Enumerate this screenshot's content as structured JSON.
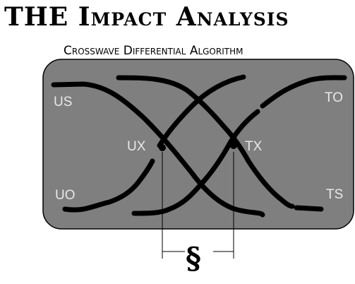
{
  "title": "THE Impact Analysis",
  "subtitle": "Crosswave Differential Algorithm",
  "labels": {
    "us": "US",
    "uo": "UO",
    "to": "TO",
    "ts": "TS",
    "ux": "UX",
    "tx": "TX"
  },
  "symbol": "§",
  "colors": {
    "panel_fill": "#7f7f7f",
    "panel_stroke": "#000000",
    "curve": "#000000",
    "label": "#e8e8e8"
  }
}
